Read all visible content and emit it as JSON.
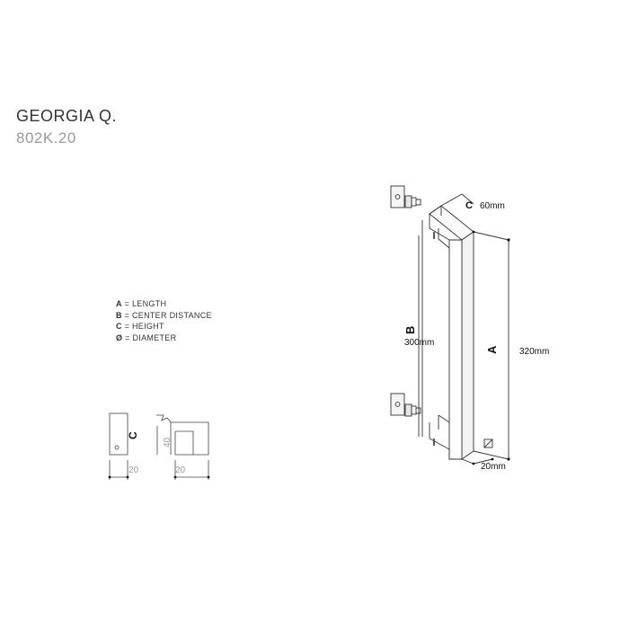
{
  "product": {
    "name": "GEORGIA Q.",
    "code": "802K.20"
  },
  "legend": [
    {
      "key": "A",
      "text": " = LENGTH"
    },
    {
      "key": "B",
      "text": " = CENTER DISTANCE"
    },
    {
      "key": "C",
      "text": " = HEIGHT"
    },
    {
      "key": "Ø",
      "text": " = DIAMETER"
    }
  ],
  "dimensions": {
    "c_label": "C",
    "c_value": "60mm",
    "b_label": "B",
    "b_value": "300mm",
    "a_label": "A",
    "a_value": "320mm",
    "diameter_value": "20mm"
  },
  "section": {
    "c_label": "C",
    "width_left": "20",
    "width_right": "20",
    "height": "40"
  }
}
